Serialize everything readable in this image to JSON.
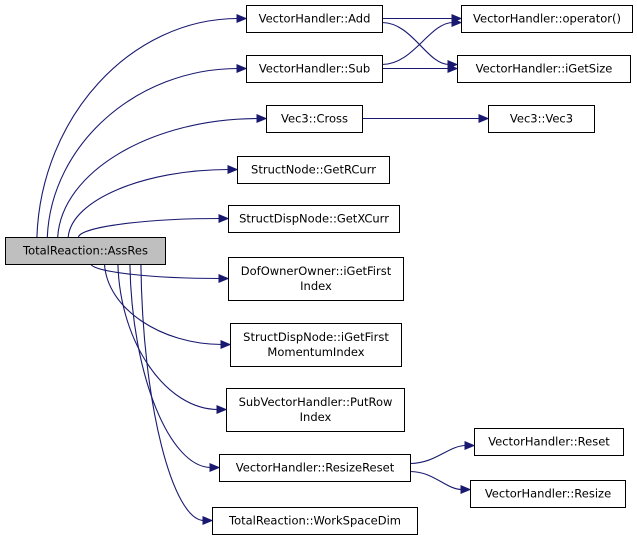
{
  "graph": {
    "root": "n_root",
    "nodes": [
      {
        "id": "n_root",
        "lines": [
          "TotalReaction::AssRes"
        ],
        "root": true
      },
      {
        "id": "n_add",
        "lines": [
          "VectorHandler::Add"
        ]
      },
      {
        "id": "n_sub",
        "lines": [
          "VectorHandler::Sub"
        ]
      },
      {
        "id": "n_cross",
        "lines": [
          "Vec3::Cross"
        ]
      },
      {
        "id": "n_getrcurr",
        "lines": [
          "StructNode::GetRCurr"
        ]
      },
      {
        "id": "n_getxcurr",
        "lines": [
          "StructDispNode::GetXCurr"
        ]
      },
      {
        "id": "n_dofowner",
        "lines": [
          "DofOwnerOwner::iGetFirst",
          "Index"
        ]
      },
      {
        "id": "n_momentum",
        "lines": [
          "StructDispNode::iGetFirst",
          "MomentumIndex"
        ]
      },
      {
        "id": "n_putrow",
        "lines": [
          "SubVectorHandler::PutRow",
          "Index"
        ]
      },
      {
        "id": "n_resizereset",
        "lines": [
          "VectorHandler::ResizeReset"
        ]
      },
      {
        "id": "n_workspace",
        "lines": [
          "TotalReaction::WorkSpaceDim"
        ]
      },
      {
        "id": "n_operator",
        "lines": [
          "VectorHandler::operator()"
        ]
      },
      {
        "id": "n_igetsize",
        "lines": [
          "VectorHandler::iGetSize"
        ]
      },
      {
        "id": "n_vec3",
        "lines": [
          "Vec3::Vec3"
        ]
      },
      {
        "id": "n_reset",
        "lines": [
          "VectorHandler::Reset"
        ]
      },
      {
        "id": "n_resize",
        "lines": [
          "VectorHandler::Resize"
        ]
      }
    ],
    "edges": [
      {
        "from": "n_root",
        "to": "n_add"
      },
      {
        "from": "n_root",
        "to": "n_sub"
      },
      {
        "from": "n_root",
        "to": "n_cross"
      },
      {
        "from": "n_root",
        "to": "n_getrcurr"
      },
      {
        "from": "n_root",
        "to": "n_getxcurr"
      },
      {
        "from": "n_root",
        "to": "n_dofowner"
      },
      {
        "from": "n_root",
        "to": "n_momentum"
      },
      {
        "from": "n_root",
        "to": "n_putrow"
      },
      {
        "from": "n_root",
        "to": "n_resizereset"
      },
      {
        "from": "n_root",
        "to": "n_workspace"
      },
      {
        "from": "n_add",
        "to": "n_operator"
      },
      {
        "from": "n_add",
        "to": "n_igetsize"
      },
      {
        "from": "n_sub",
        "to": "n_operator"
      },
      {
        "from": "n_sub",
        "to": "n_igetsize"
      },
      {
        "from": "n_cross",
        "to": "n_vec3"
      },
      {
        "from": "n_resizereset",
        "to": "n_reset"
      },
      {
        "from": "n_resizereset",
        "to": "n_resize"
      }
    ]
  }
}
